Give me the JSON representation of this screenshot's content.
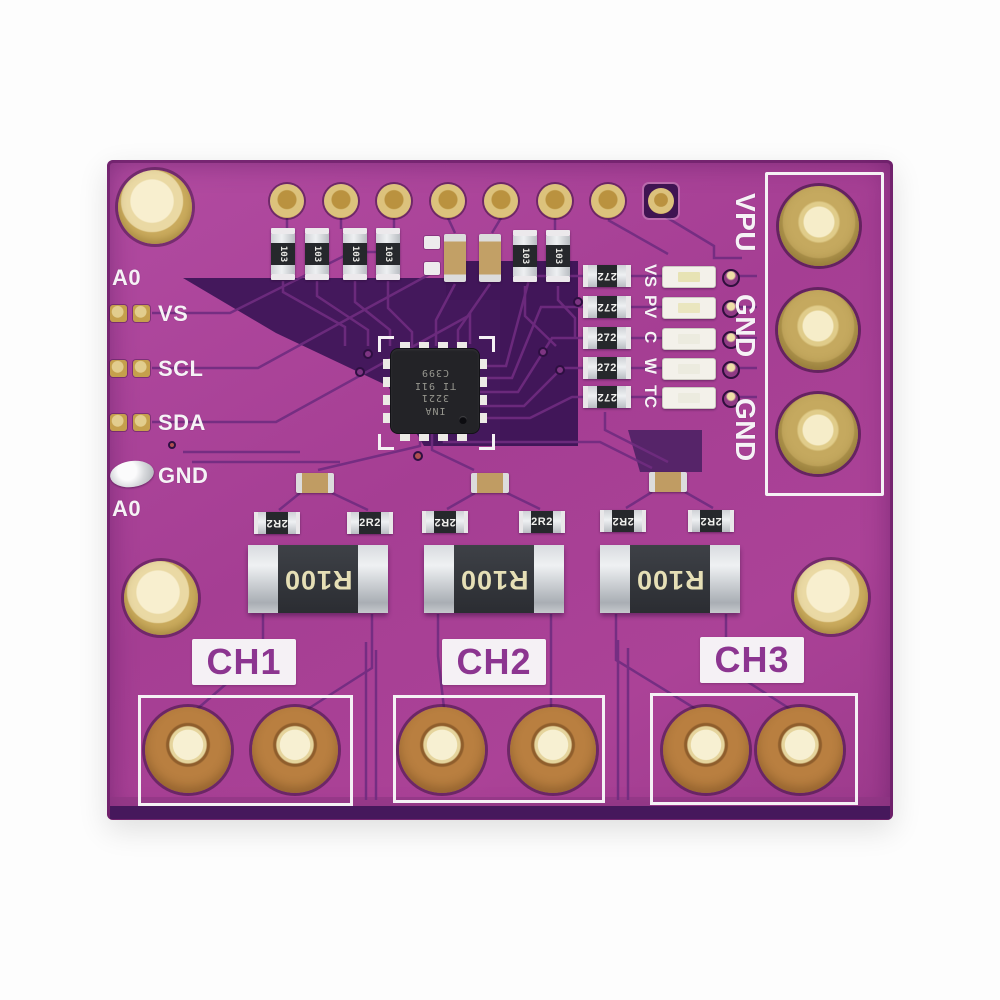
{
  "silkscreen": {
    "a0_top": "A0",
    "vs": "VS",
    "scl": "SCL",
    "sda": "SDA",
    "gnd": "GND",
    "a0_bottom": "A0",
    "right_pins": [
      "VPU",
      "GND",
      "GND"
    ],
    "alert_rows": [
      {
        "label": "VS"
      },
      {
        "label": "PV"
      },
      {
        "label": "C"
      },
      {
        "label": "W"
      },
      {
        "label": "TC"
      }
    ],
    "channels": [
      "CH1",
      "CH2",
      "CH3"
    ]
  },
  "components": {
    "ic_lines": [
      "INA",
      "3221",
      "TI 91I",
      "C399"
    ],
    "shunt_marking": "R100",
    "filter_res_marking": "2R2",
    "alert_res_marking": "272",
    "pullup_res_marking": "103"
  },
  "colors": {
    "board_light": "#ab4297",
    "board_dark": "#44185c",
    "silkscreen_white": "#f5f1f5",
    "gold_pad": "#dcc27c",
    "copper_pad": "#b97f40",
    "channel_text": "#8c3590"
  }
}
